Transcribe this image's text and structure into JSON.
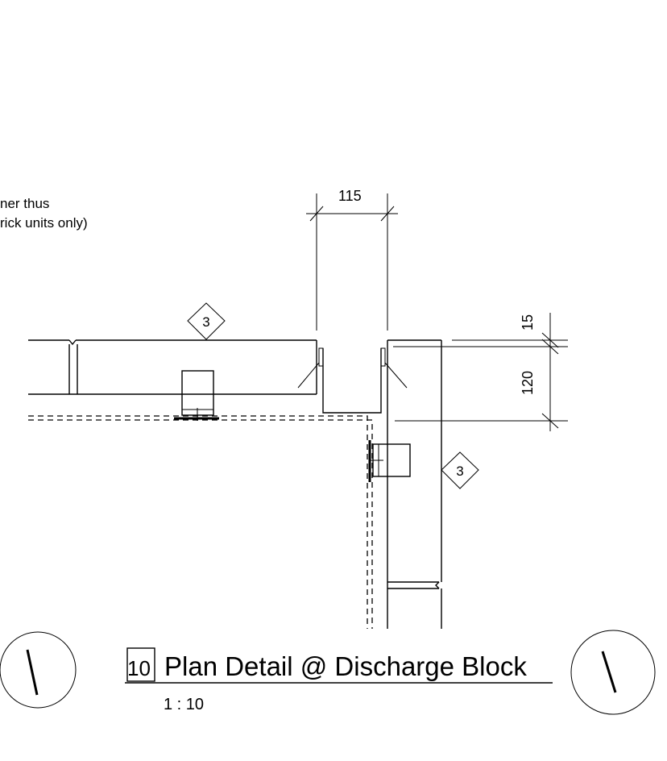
{
  "note": {
    "line1": "ner thus",
    "line2": "rick units only)"
  },
  "dimensions": {
    "width_top": "115",
    "height_small": "15",
    "height_large": "120"
  },
  "tags": {
    "tag_left": "3",
    "tag_right": "3"
  },
  "title_block": {
    "number": "10",
    "title": "Plan Detail @ Discharge Block",
    "scale": "1 : 10"
  }
}
